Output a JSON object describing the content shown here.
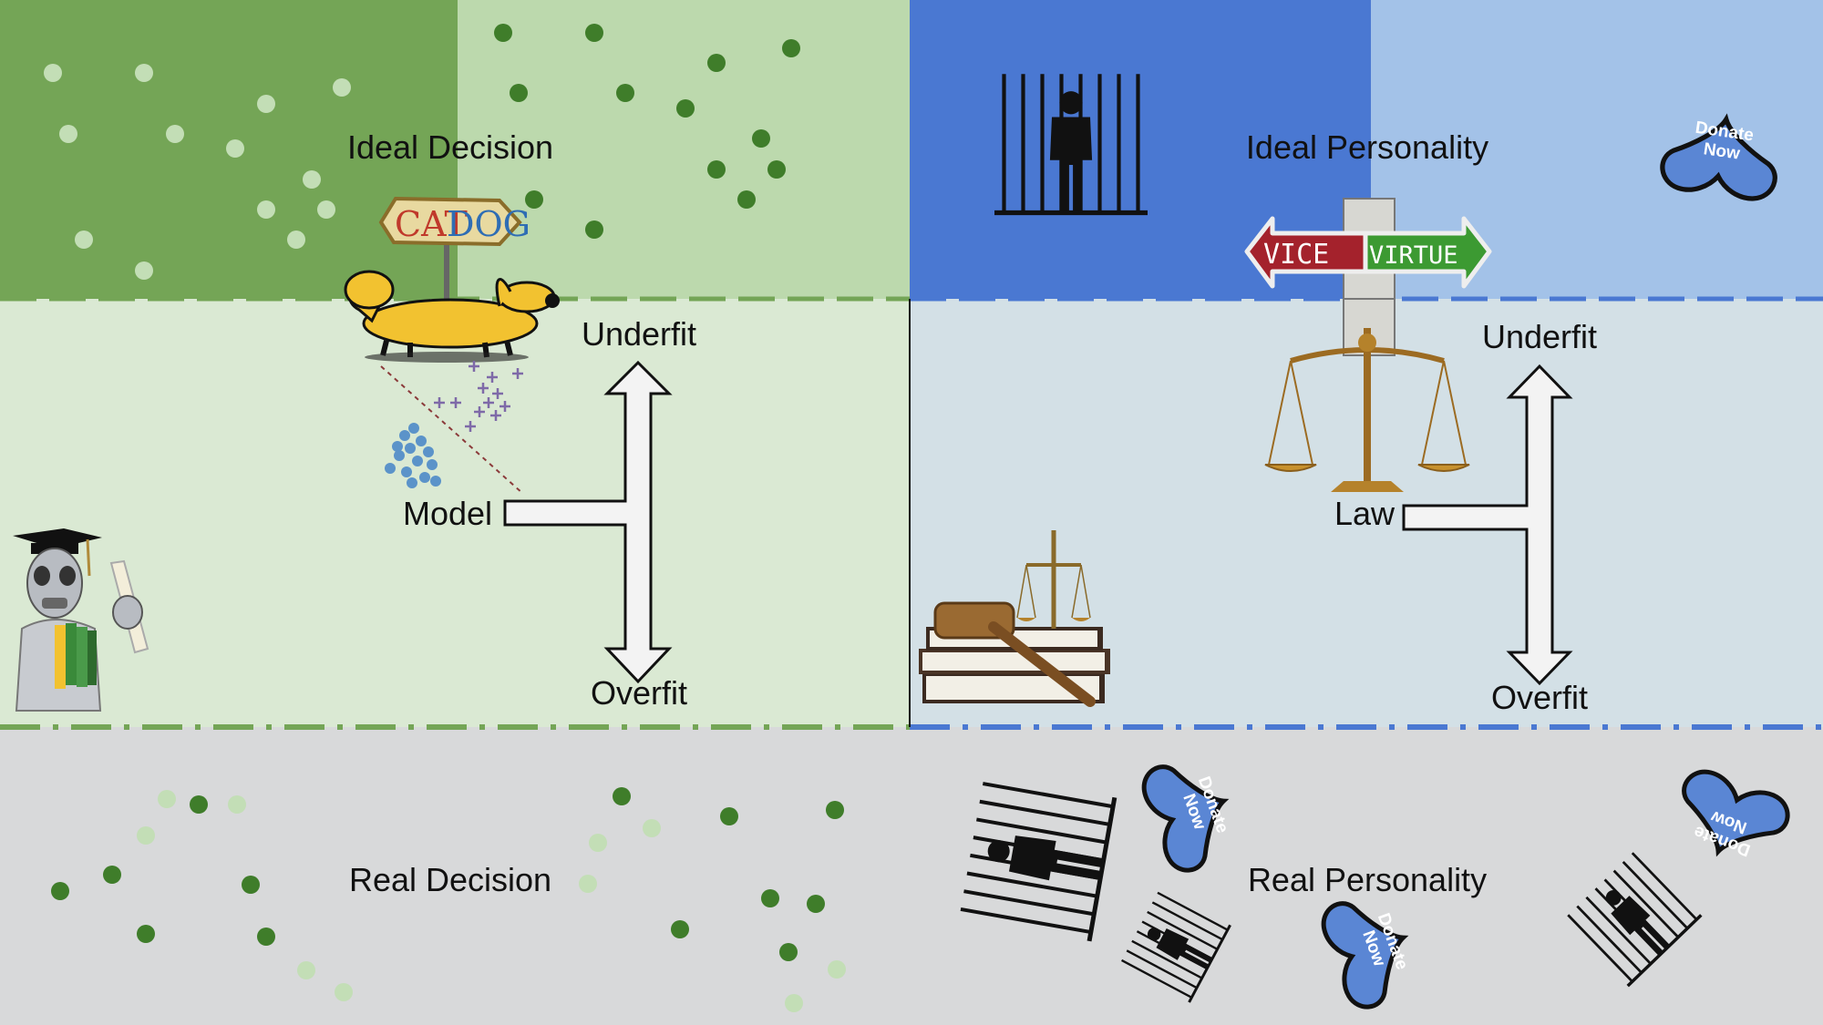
{
  "left_panel": {
    "ideal_title": "Ideal Decision",
    "center_label": "Model",
    "underfit_label": "Underfit",
    "overfit_label": "Overfit",
    "real_title": "Real Decision",
    "sign_left_text": "CAT",
    "sign_right_text": "DOG"
  },
  "right_panel": {
    "ideal_title": "Ideal Personality",
    "center_label": "Law",
    "underfit_label": "Underfit",
    "overfit_label": "Overfit",
    "real_title": "Real Personality",
    "sign_left_text": "VICE",
    "sign_right_text": "VIRTUE",
    "badge_text_line1": "Donate",
    "badge_text_line2": "Now"
  },
  "colors": {
    "green_dark": "#74a556",
    "green_mid": "#bcd9ad",
    "green_light": "#dae9d3",
    "dot_dark": "#3f7d2a",
    "dot_light": "#c3deb6",
    "blue_dark": "#4a78d2",
    "blue_mid": "#a3c2e8",
    "blue_light": "#d3e0e6",
    "gray_bottom": "#d8d9da",
    "heart_blue": "#5a86d4"
  },
  "icons": [
    "graduate-robot-icon",
    "catdog-icon",
    "scatter-plot-icon",
    "jail-bars-icon",
    "signpost-icon",
    "scales-of-justice-icon",
    "gavel-books-icon",
    "donate-heart-icon"
  ]
}
